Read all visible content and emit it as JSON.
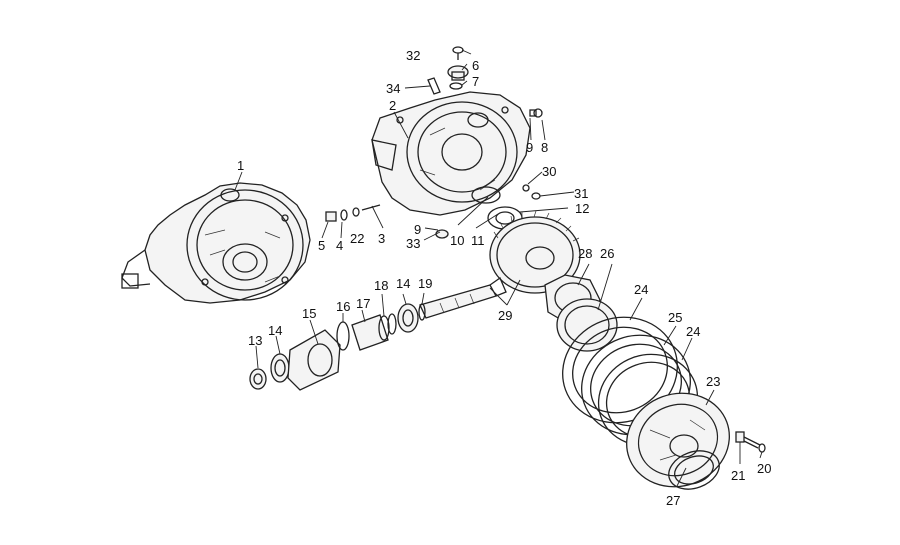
{
  "diagram": {
    "callouts": [
      {
        "id": "1",
        "label": "1"
      },
      {
        "id": "2",
        "label": "2"
      },
      {
        "id": "3",
        "label": "3"
      },
      {
        "id": "4",
        "label": "4"
      },
      {
        "id": "5",
        "label": "5"
      },
      {
        "id": "6",
        "label": "6"
      },
      {
        "id": "7",
        "label": "7"
      },
      {
        "id": "8",
        "label": "8"
      },
      {
        "id": "9a",
        "label": "9"
      },
      {
        "id": "9b",
        "label": "9"
      },
      {
        "id": "10",
        "label": "10"
      },
      {
        "id": "11",
        "label": "11"
      },
      {
        "id": "12",
        "label": "12"
      },
      {
        "id": "13",
        "label": "13"
      },
      {
        "id": "14a",
        "label": "14"
      },
      {
        "id": "14b",
        "label": "14"
      },
      {
        "id": "15",
        "label": "15"
      },
      {
        "id": "16",
        "label": "16"
      },
      {
        "id": "17",
        "label": "17"
      },
      {
        "id": "18",
        "label": "18"
      },
      {
        "id": "19",
        "label": "19"
      },
      {
        "id": "20",
        "label": "20"
      },
      {
        "id": "21",
        "label": "21"
      },
      {
        "id": "22",
        "label": "22"
      },
      {
        "id": "23",
        "label": "23"
      },
      {
        "id": "24a",
        "label": "24"
      },
      {
        "id": "24b",
        "label": "24"
      },
      {
        "id": "25",
        "label": "25"
      },
      {
        "id": "26",
        "label": "26"
      },
      {
        "id": "27",
        "label": "27"
      },
      {
        "id": "28",
        "label": "28"
      },
      {
        "id": "29",
        "label": "29"
      },
      {
        "id": "30",
        "label": "30"
      },
      {
        "id": "31",
        "label": "31"
      },
      {
        "id": "32",
        "label": "32"
      },
      {
        "id": "33",
        "label": "33"
      },
      {
        "id": "34",
        "label": "34"
      }
    ]
  }
}
